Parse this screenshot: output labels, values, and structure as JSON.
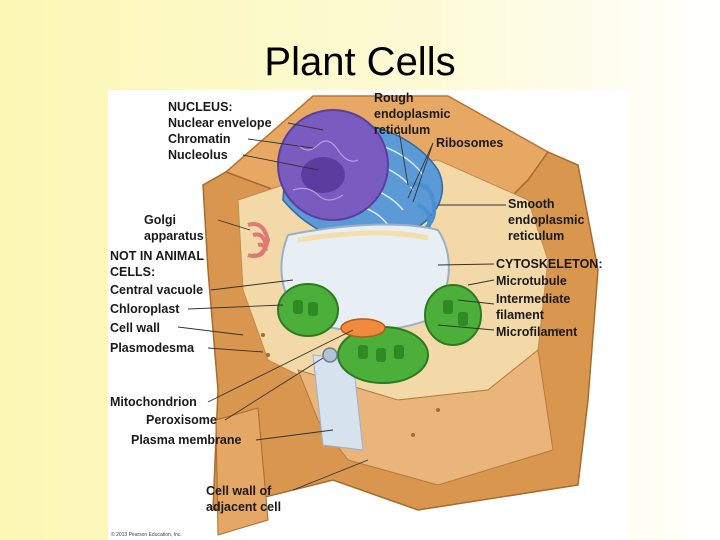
{
  "slide": {
    "title": "Plant Cells"
  },
  "labels": {
    "nucleus_head": "NUCLEUS:",
    "nuclear_envelope": "Nuclear envelope",
    "chromatin": "Chromatin",
    "nucleolus": "Nucleolus",
    "rough_er_1": "Rough",
    "rough_er_2": "endoplasmic",
    "rough_er_3": "reticulum",
    "ribosomes": "Ribosomes",
    "golgi_1": "Golgi",
    "golgi_2": "apparatus",
    "smooth_er_1": "Smooth",
    "smooth_er_2": "endoplasmic",
    "smooth_er_3": "reticulum",
    "not_animal_1": "NOT IN ANIMAL",
    "not_animal_2": "CELLS:",
    "central_vacuole": "Central vacuole",
    "chloroplast": "Chloroplast",
    "cell_wall": "Cell wall",
    "plasmodesma": "Plasmodesma",
    "cytoskeleton_head": "CYTOSKELETON:",
    "microtubule": "Microtubule",
    "intermediate_1": "Intermediate",
    "intermediate_2": "filament",
    "microfilament": "Microfilament",
    "mitochondrion": "Mitochondrion",
    "peroxisome": "Peroxisome",
    "plasma_membrane": "Plasma membrane",
    "adjacent_1": "Cell wall of",
    "adjacent_2": "adjacent cell"
  },
  "copyright": "© 2013 Pearson Education, Inc.",
  "colors": {
    "cell_wall": "#d9964f",
    "cytoplasm": "#f3d8a8",
    "nucleus": "#7a5bbf",
    "er": "#4a8fd0",
    "vacuole": "#e7eef4",
    "chloroplast": "#4caf3a",
    "golgi": "#e07878",
    "mitochondrion": "#f08a3c"
  }
}
